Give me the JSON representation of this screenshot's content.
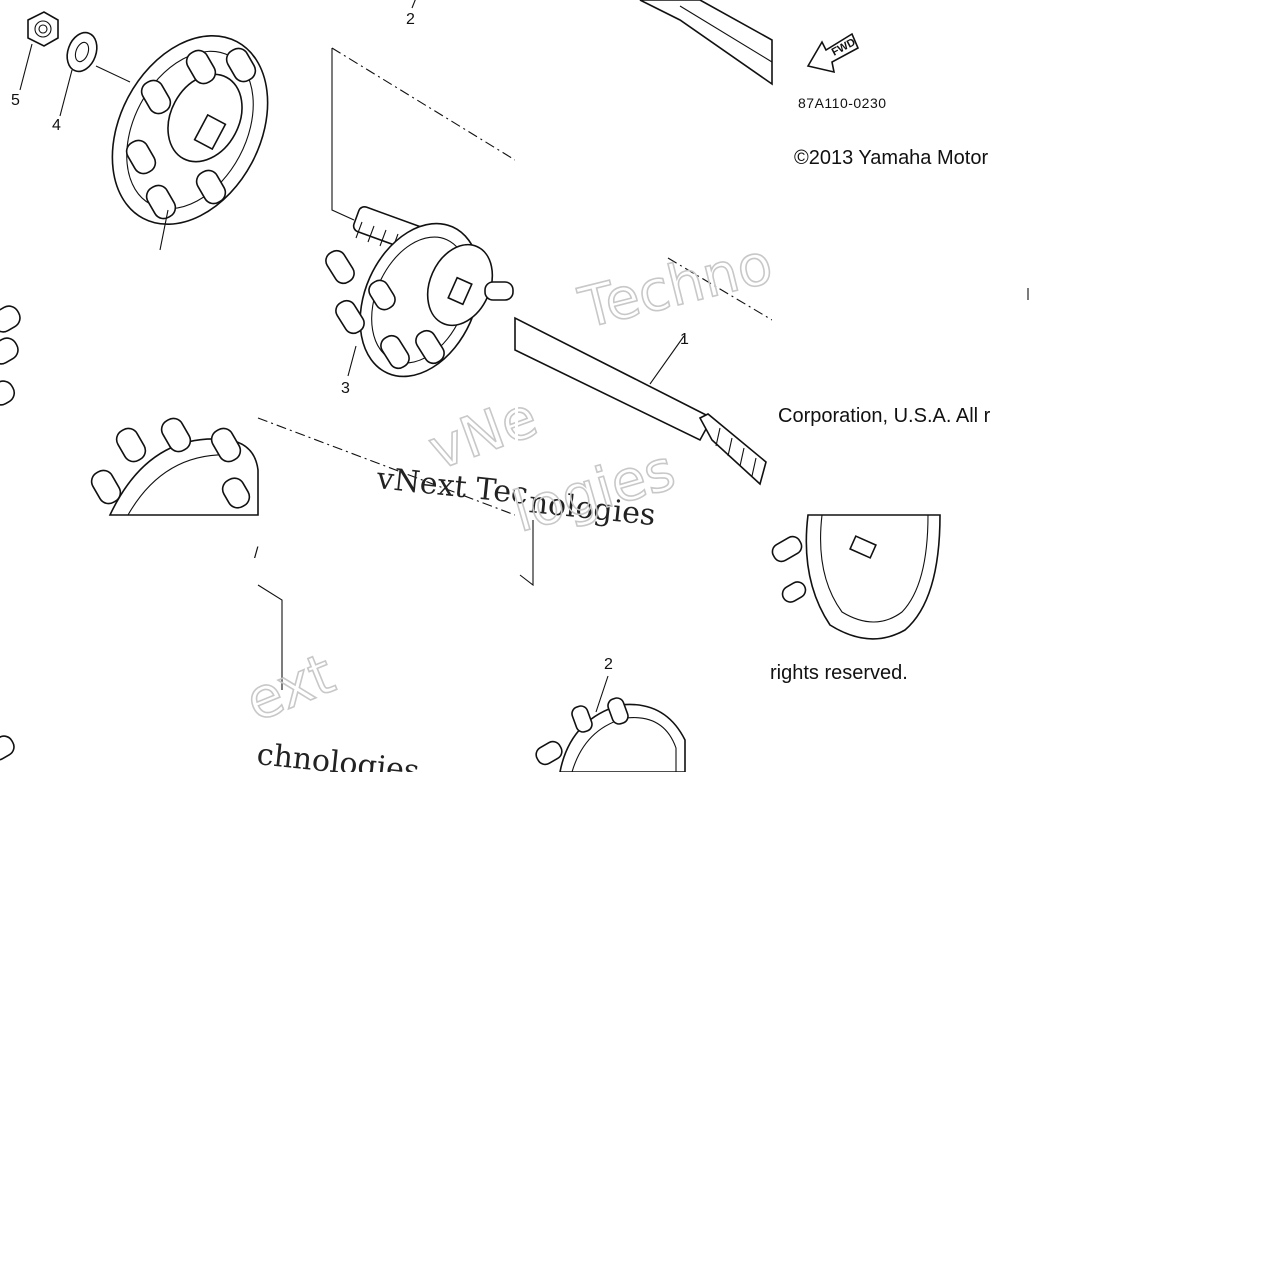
{
  "diagram": {
    "copyright_part1": "©2013 Yamaha Motor",
    "copyright_part2": "Corporation, U.S.A. All r",
    "copyright_part3": "rights reserved.",
    "fwd_label": "FWD",
    "part_code": "87A110-0230",
    "callouts": {
      "shaft_top": "2",
      "nut": "5",
      "washer": "4",
      "sprocket_lower": "3",
      "shaft": "1",
      "sprocket_bottom": "2"
    },
    "watermarks": {
      "techno": "Techno",
      "vnext_main": "vNext Tec",
      "nologies": "nologies",
      "vne": "vNe",
      "next": "ext",
      "logies": "logies",
      "chnologies": "chnologies"
    }
  },
  "colors": {
    "line": "#111111",
    "watermark": "#c8c8c8",
    "background": "#ffffff"
  }
}
